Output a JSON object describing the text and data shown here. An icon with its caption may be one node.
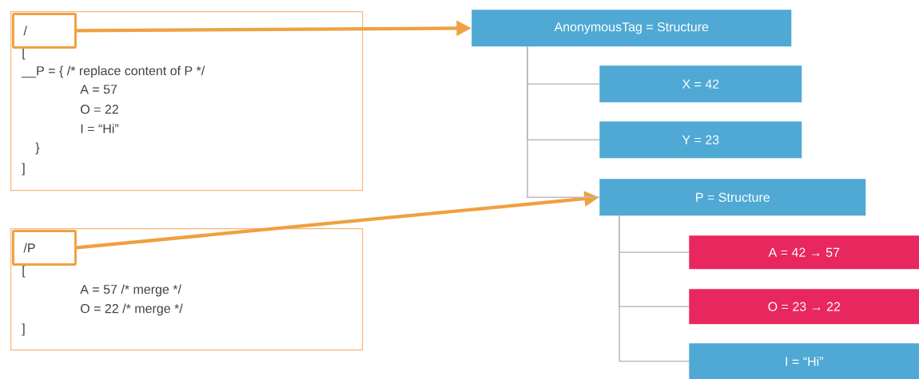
{
  "diagram": {
    "nodes": [
      {
        "text": [
          "[",
          "__P = { /* replace content of P */",
          "A = 57",
          "O = 22",
          "I = “Hi”",
          "}",
          "]"
        ]
      },
      {
        "text": [
          "/"
        ],
        "in": 0
      },
      {
        "text": [
          "[",
          "A = 57 /* merge */",
          "O = 22 /* merge */",
          "]"
        ]
      },
      {
        "text": [
          "/P"
        ],
        "in": 2
      },
      {
        "text": [
          "AnonymousTag = Structure"
        ]
      },
      {
        "text": [
          "X = 42"
        ]
      },
      {
        "text": [
          "Y = 23"
        ]
      },
      {
        "text": [
          "P = Structure"
        ]
      },
      {
        "text": [
          "A = 42 → 57"
        ]
      },
      {
        "text": [
          "O = 23 → 22"
        ]
      },
      {
        "text": [
          "I = “Hi”"
        ]
      }
    ],
    "edges": [
      {
        "from": 1,
        "to": 4,
        "arrow": "to",
        "style": "thick",
        "color": "#f0a040"
      },
      {
        "from": 3,
        "to": 7,
        "arrow": "to",
        "style": "thick",
        "color": "#f0a040"
      },
      {
        "from": 4,
        "to": 5,
        "arrow": "none"
      },
      {
        "from": 4,
        "to": 6,
        "arrow": "none"
      },
      {
        "from": 4,
        "to": 7,
        "arrow": "none"
      },
      {
        "from": 7,
        "to": 8,
        "arrow": "none"
      },
      {
        "from": 7,
        "to": 9,
        "arrow": "none"
      },
      {
        "from": 7,
        "to": 10,
        "arrow": "none"
      }
    ]
  }
}
